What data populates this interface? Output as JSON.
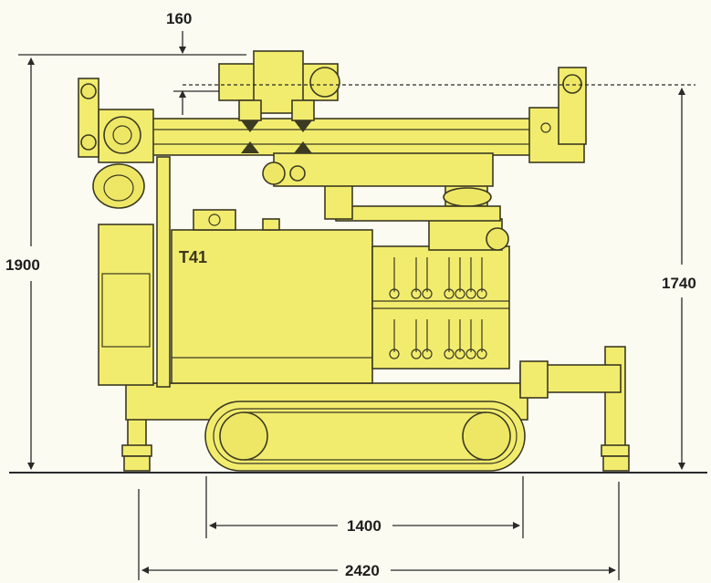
{
  "dimensions": {
    "offset_top": "160",
    "total_height": "1900",
    "mast_height": "1740",
    "track_length": "1400",
    "total_length": "2420"
  },
  "machine": {
    "model_label": "T41"
  },
  "colors": {
    "machine_body": "#f2ec6e",
    "outline": "#3b3a22",
    "background": "#fbfbf2"
  }
}
